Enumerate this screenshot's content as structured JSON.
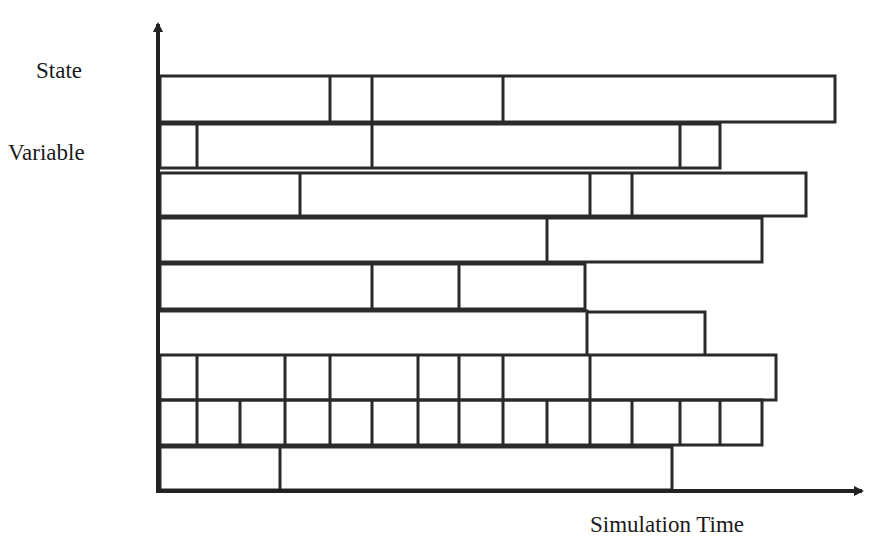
{
  "diagram": {
    "labels": [
      "State",
      "Variable",
      "Simulation Time"
    ]
  }
}
